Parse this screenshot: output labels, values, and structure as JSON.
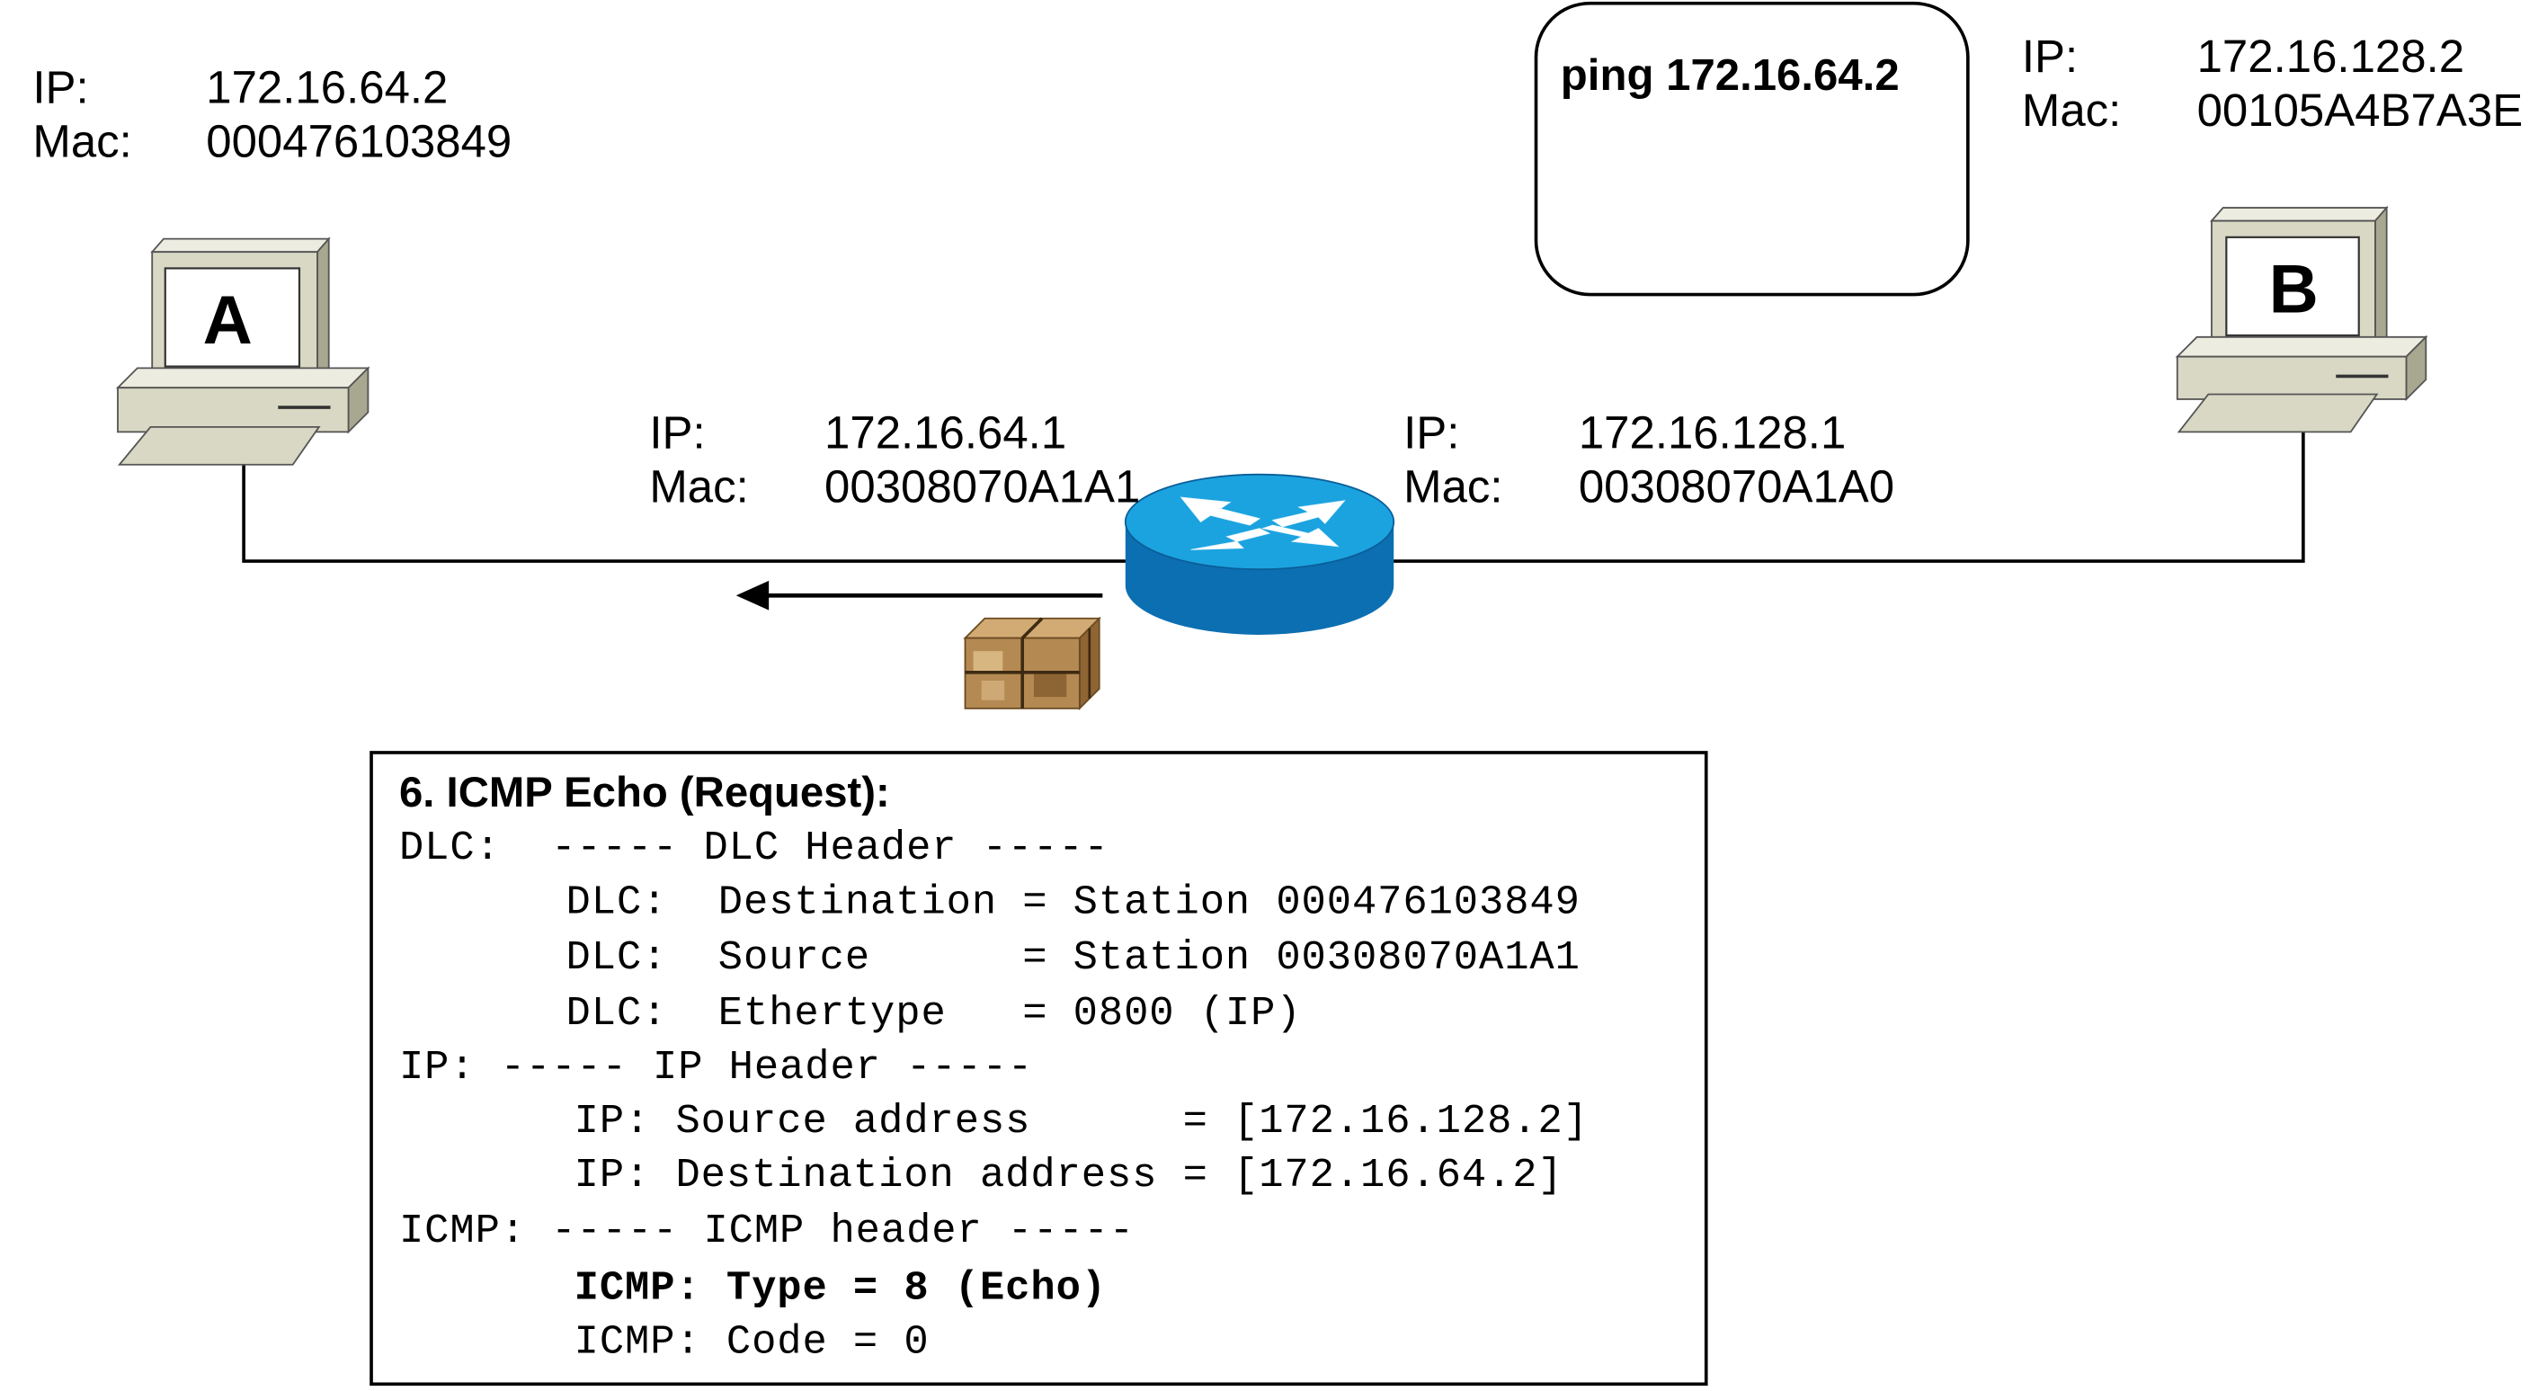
{
  "host_a": {
    "name": "A",
    "ip_label": "IP:",
    "ip": "172.16.64.2",
    "mac_label": "Mac:",
    "mac": "000476103849"
  },
  "host_b": {
    "name": "B",
    "ip_label": "IP:",
    "ip": "172.16.128.2",
    "mac_label": "Mac:",
    "mac": "00105A4B7A3E"
  },
  "router_left": {
    "ip_label": "IP:",
    "ip": "172.16.64.1",
    "mac_label": "Mac:",
    "mac": "00308070A1A1"
  },
  "router_right": {
    "ip_label": "IP:",
    "ip": "172.16.128.1",
    "mac_label": "Mac:",
    "mac": "00308070A1A0"
  },
  "callout": {
    "command": "ping 172.16.64.2"
  },
  "packet_detail": {
    "title": "6. ICMP Echo (Request):",
    "lines": [
      "DLC:  ----- DLC Header -----",
      "DLC:  Destination = Station 000476103849",
      "DLC:  Source      = Station 00308070A1A1",
      "DLC:  Ethertype   = 0800 (IP)",
      "IP: ----- IP Header -----",
      "IP: Source address      = [172.16.128.2]",
      "IP: Destination address = [172.16.64.2]",
      "ICMP: ----- ICMP header -----",
      "ICMP: Type = 8 (Echo)",
      "ICMP: Code = 0"
    ]
  },
  "colors": {
    "router_top": "#1ba3df",
    "router_side": "#0c6fb2",
    "computer_body": "#d8d8c4",
    "packet": "#b58a52"
  }
}
